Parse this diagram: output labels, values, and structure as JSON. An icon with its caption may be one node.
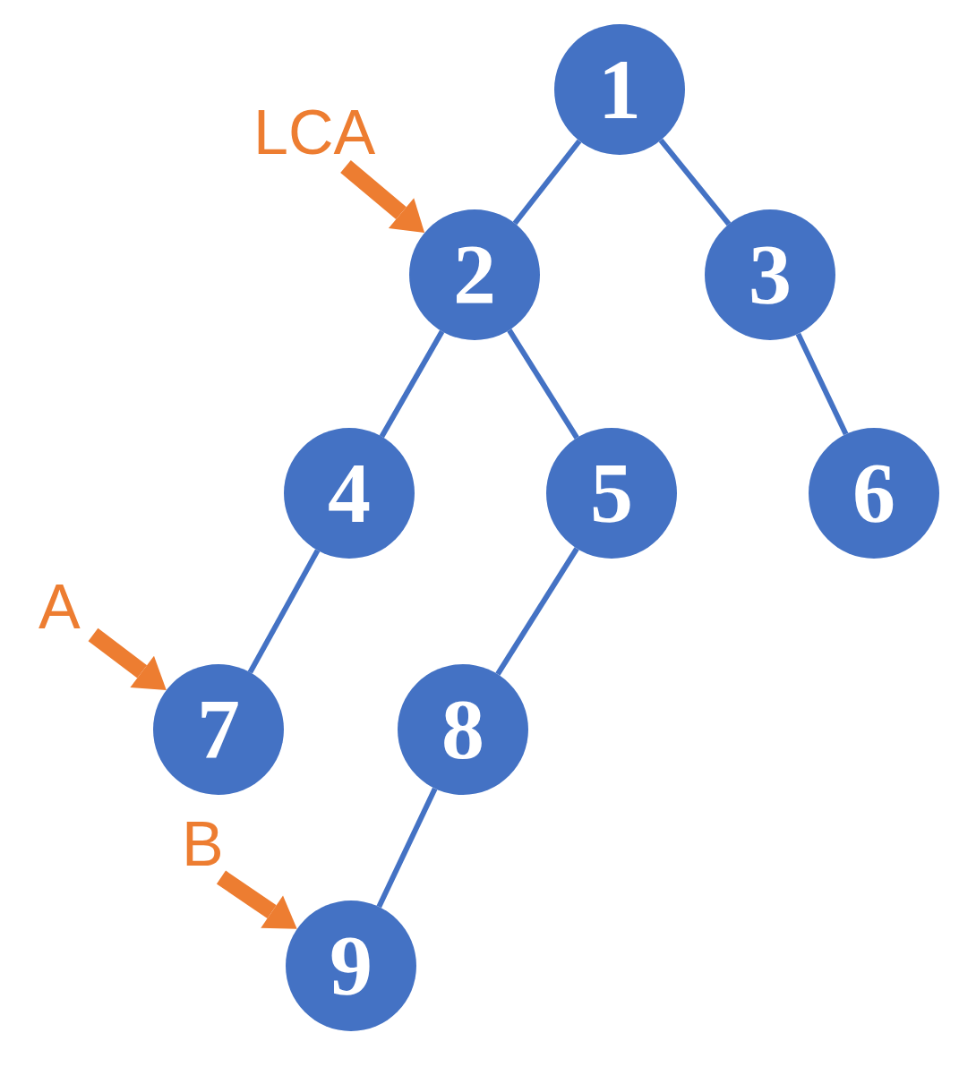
{
  "diagram": {
    "nodes": [
      {
        "text": [
          "1"
        ]
      },
      {
        "text": [
          "LCA"
        ]
      },
      {
        "text": [
          "2"
        ]
      },
      {
        "text": [
          "3"
        ]
      },
      {
        "text": [
          "4"
        ]
      },
      {
        "text": [
          "5"
        ]
      },
      {
        "text": [
          "6"
        ]
      },
      {
        "text": [
          "A"
        ]
      },
      {
        "text": [
          "7"
        ]
      },
      {
        "text": [
          "8"
        ]
      },
      {
        "text": [
          "B"
        ]
      },
      {
        "text": [
          "9"
        ]
      }
    ],
    "edges": [
      {
        "from": 0,
        "to": 2,
        "arrow": "none"
      },
      {
        "from": 0,
        "to": 3,
        "arrow": "none"
      },
      {
        "from": 2,
        "to": 4,
        "arrow": "none"
      },
      {
        "from": 2,
        "to": 5,
        "arrow": "none"
      },
      {
        "from": 3,
        "to": 6,
        "arrow": "none"
      },
      {
        "from": 4,
        "to": 8,
        "arrow": "none"
      },
      {
        "from": 5,
        "to": 9,
        "arrow": "none"
      },
      {
        "from": 9,
        "to": 11,
        "arrow": "none"
      },
      {
        "from": 1,
        "to": 2,
        "arrow": "to",
        "style": "thick",
        "color": "#ed7d31"
      },
      {
        "from": 7,
        "to": 8,
        "arrow": "to",
        "style": "thick",
        "color": "#ed7d31"
      },
      {
        "from": 10,
        "to": 11,
        "arrow": "to",
        "style": "thick",
        "color": "#ed7d31"
      }
    ]
  }
}
